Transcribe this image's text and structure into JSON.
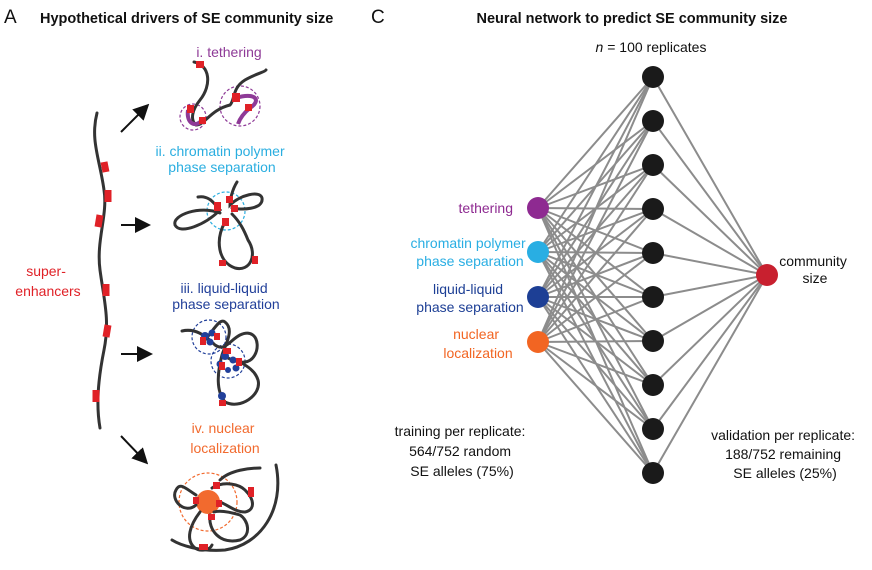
{
  "panel_a": {
    "letter": "A",
    "title": "Hypothetical drivers of SE community size",
    "chain_label": [
      "super-",
      "enhancers"
    ],
    "drivers": [
      {
        "lines": [
          "i. tethering"
        ],
        "color": "#8e3a97"
      },
      {
        "lines": [
          "ii. chromatin polymer",
          "phase separation"
        ],
        "color": "#2aaee0"
      },
      {
        "lines": [
          "iii. liquid-liquid",
          "phase separation"
        ],
        "color": "#22409a"
      },
      {
        "lines": [
          "iv. nuclear",
          "localization"
        ],
        "color": "#f26a2e"
      }
    ],
    "se_color": "#e02127"
  },
  "panel_c": {
    "letter": "C",
    "title": "Neural network to predict SE community size",
    "replicates": {
      "italic": "n",
      "rest": " = 100 replicates"
    },
    "inputs": [
      {
        "lines": [
          "tethering"
        ],
        "color": "#8e2a91"
      },
      {
        "lines": [
          "chromatin polymer",
          "phase separation"
        ],
        "color": "#29aee3"
      },
      {
        "lines": [
          "liquid-liquid",
          "phase separation"
        ],
        "color": "#1d3f95"
      },
      {
        "lines": [
          "nuclear",
          "localization"
        ],
        "color": "#f26522"
      }
    ],
    "hidden_node_count": 10,
    "hidden_color": "#1a1a1a",
    "output": {
      "lines": [
        "community",
        "size"
      ],
      "color": "#c8202f"
    },
    "training": [
      "training per replicate:",
      "564/752 random",
      "SE alleles (75%)"
    ],
    "validation": [
      "validation per replicate:",
      "188/752 remaining",
      "SE alleles (25%)"
    ]
  }
}
